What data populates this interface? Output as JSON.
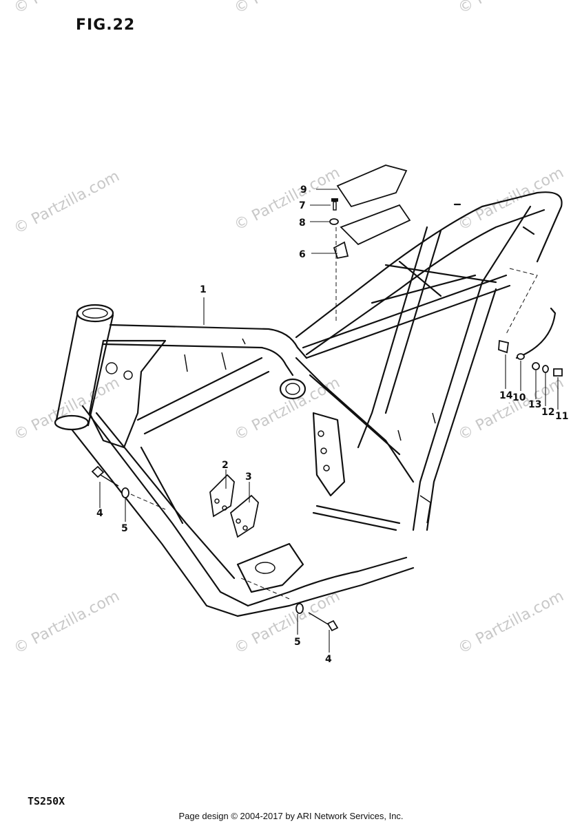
{
  "figure_title": "FIG.22",
  "model": "TS250X",
  "footer": "Page design © 2004-2017 by ARI Network Services, Inc.",
  "watermark": "© Partzilla.com",
  "callouts": {
    "c1": "1",
    "c2": "2",
    "c3": "3",
    "c4a": "4",
    "c5a": "5",
    "c6": "6",
    "c7": "7",
    "c8": "8",
    "c9": "9",
    "c10": "10",
    "c11": "11",
    "c12": "12",
    "c13": "13",
    "c14": "14",
    "c5b": "5",
    "c4b": "4"
  }
}
